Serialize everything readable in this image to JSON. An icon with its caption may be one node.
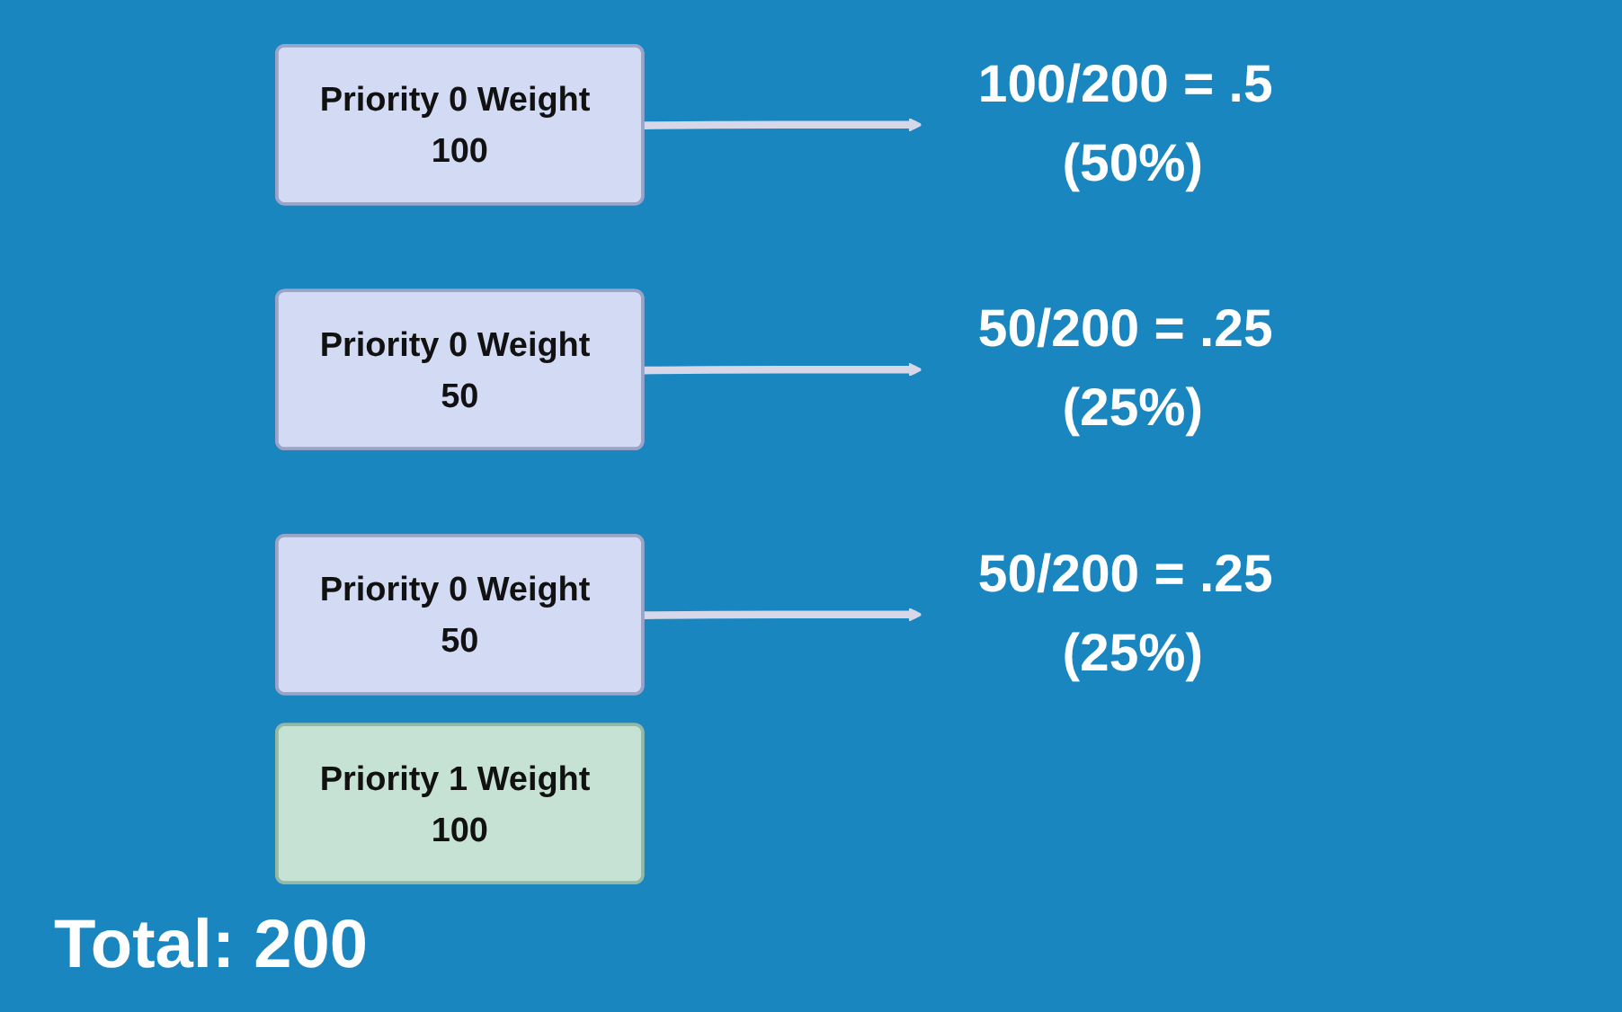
{
  "diagram": {
    "nodes": [
      {
        "text": [
          "Priority 0 Weight 100"
        ]
      },
      {
        "text": [
          "100/200 = .5 (50%)"
        ]
      },
      {
        "text": [
          "Priority 0 Weight 50"
        ]
      },
      {
        "text": [
          "50/200 = .25 (25%)"
        ]
      },
      {
        "text": [
          "Priority 0 Weight 50"
        ]
      },
      {
        "text": [
          "50/200 = .25 (25%)"
        ]
      },
      {
        "text": [
          "Priority 1 Weight 100"
        ]
      }
    ],
    "edges": [
      {
        "from": 0,
        "to": 1,
        "arrow": "to"
      },
      {
        "from": 2,
        "to": 3,
        "arrow": "to"
      },
      {
        "from": 4,
        "to": 5,
        "arrow": "to"
      }
    ],
    "labels": [
      "Total: 200"
    ]
  }
}
